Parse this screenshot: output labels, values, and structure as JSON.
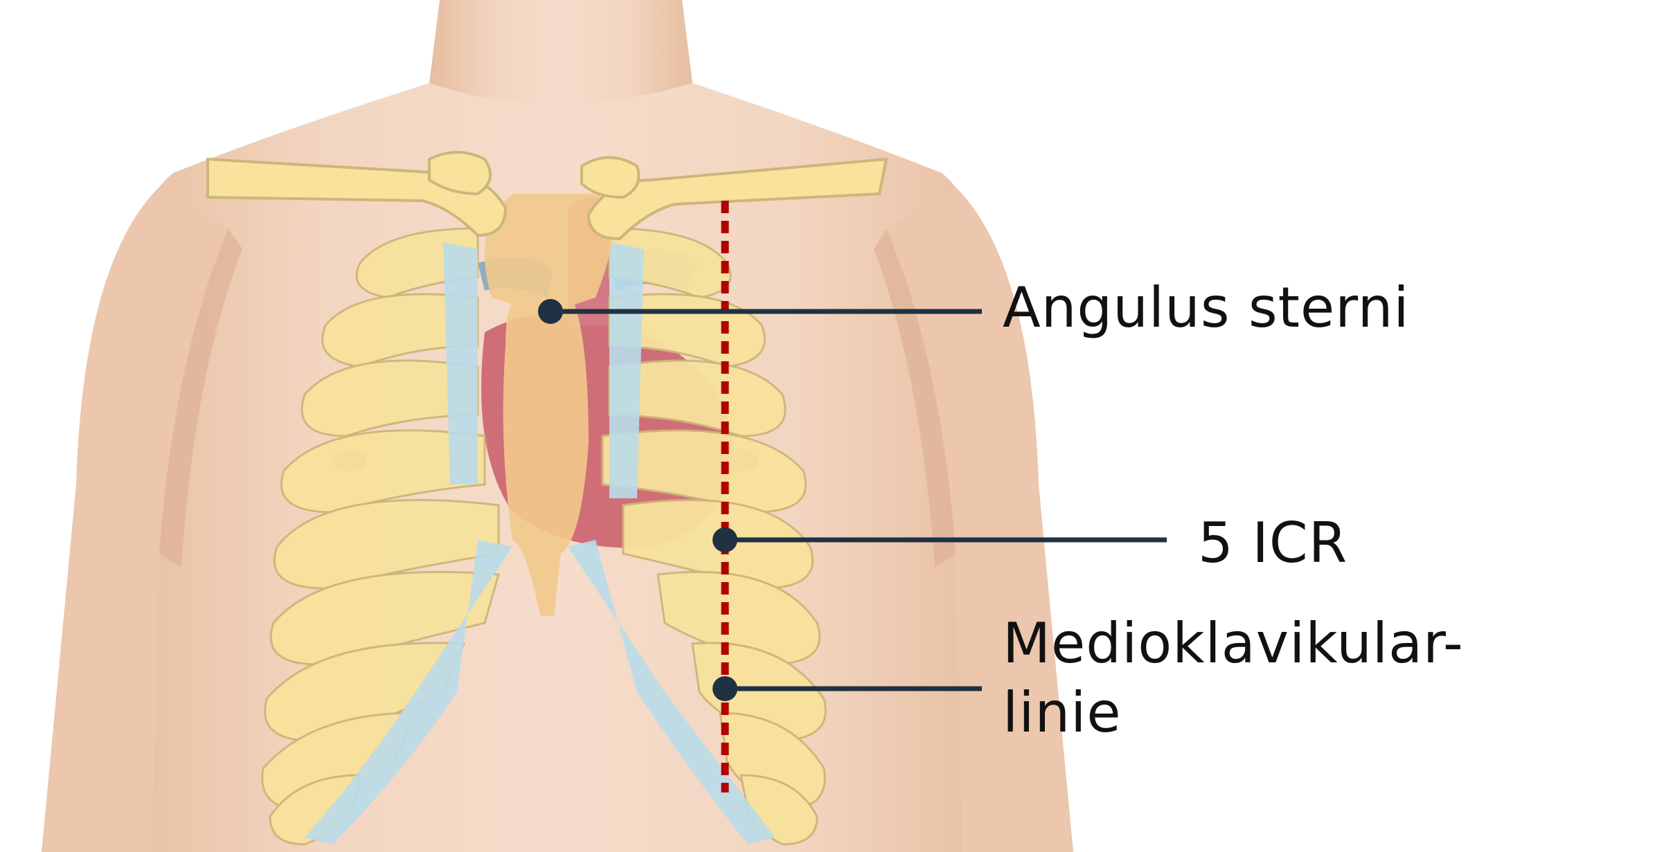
{
  "labels": {
    "angulus_sterni": "Angulus sterni",
    "icr": "5 ICR",
    "mcl_line1": "Medioklavikular-",
    "mcl_line2": "linie"
  },
  "colors": {
    "skin": "#f1d2bb",
    "skin_shadow": "#e3b79b",
    "bone": "#f8e29c",
    "bone_outline": "#cdb67a",
    "cartilage": "#b9dbe9",
    "heart": "#c95a6a",
    "vessel": "#7fa6c0",
    "marker_line": "#b00000",
    "callout": "#1f3142"
  }
}
